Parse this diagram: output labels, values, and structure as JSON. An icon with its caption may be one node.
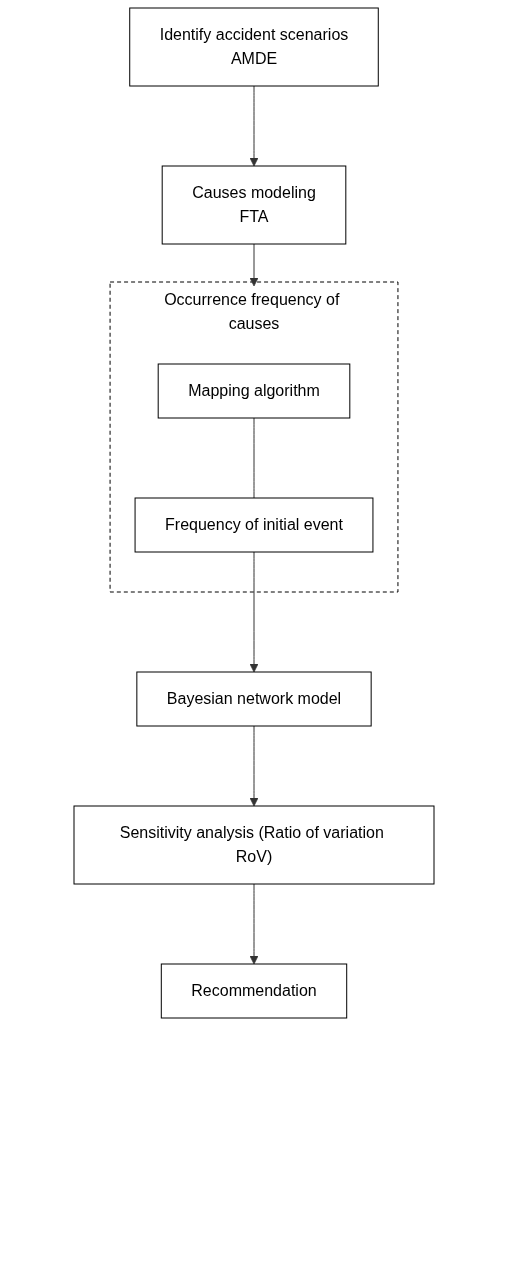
{
  "diagram": {
    "nodes": [
      {
        "text": [
          "Identify accident scenarios",
          "AMDE"
        ]
      },
      {
        "text": [
          "Causes modeling",
          "FTA"
        ]
      },
      {
        "text": [
          "Occurrence frequency of causes"
        ]
      },
      {
        "text": [
          "Mapping algorithm"
        ],
        "in": 2
      },
      {
        "text": [
          "Frequency of initial event"
        ],
        "in": 2
      },
      {
        "text": [
          "Bayesian network model"
        ]
      },
      {
        "text": [
          "Sensitivity analysis (Ratio of variation RoV)"
        ]
      },
      {
        "text": [
          "Recommendation"
        ]
      }
    ],
    "edges": [
      {
        "from": 0,
        "to": 1,
        "arrow": "to"
      },
      {
        "from": 1,
        "to": 2,
        "arrow": "to"
      },
      {
        "from": 3,
        "to": 4,
        "arrow": "none"
      },
      {
        "from": 4,
        "to": 5,
        "arrow": "to"
      },
      {
        "from": 5,
        "to": 6,
        "arrow": "to"
      },
      {
        "from": 6,
        "to": 7,
        "arrow": "to"
      }
    ]
  }
}
